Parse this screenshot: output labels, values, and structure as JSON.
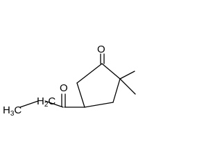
{
  "molecule": {
    "atom_labels": {
      "ketone_oxygen": "O",
      "acyl_oxygen": "O",
      "methyl_terminal": "H3C",
      "methylene": "H2C"
    }
  }
}
